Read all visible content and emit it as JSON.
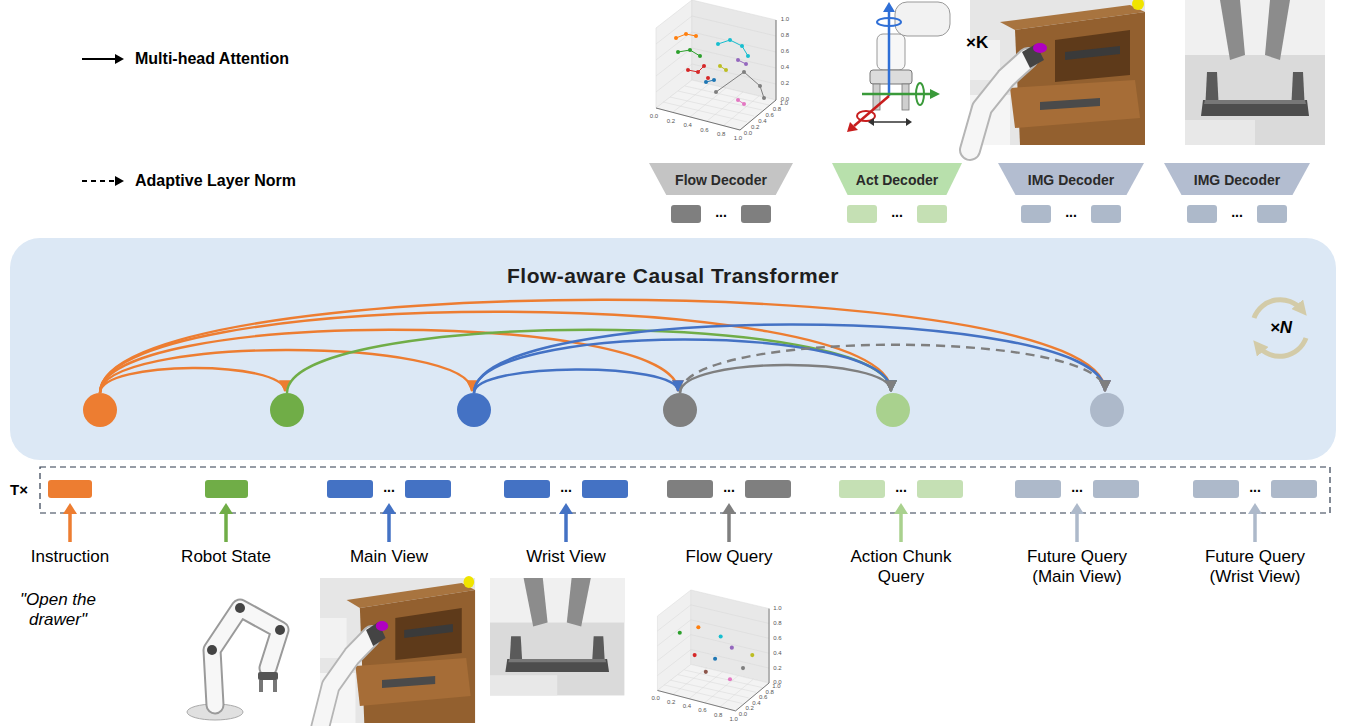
{
  "diagram": {
    "nodes": [
      {
        "text": [
          "Flow Decoder"
        ]
      },
      {
        "text": [
          "Act Decoder"
        ]
      },
      {
        "text": [
          "IMG Decoder"
        ]
      },
      {
        "text": [
          "IMG Decoder"
        ]
      },
      {
        "text": [
          "Flow-aware Causal Transformer"
        ]
      }
    ],
    "labels": [
      "×K",
      "×N",
      "T×",
      "\"Open the drawer\"",
      "Instruction",
      "Robot State",
      "Main View",
      "Wrist View",
      "Flow Query",
      "Action Chunk Query",
      "Future Query (Main View)",
      "Future Query (Wrist View)",
      "...",
      "...",
      "...",
      "...",
      "...",
      "...",
      "...",
      "...",
      "...",
      "...",
      "1.0",
      "0.8",
      "0.6",
      "0.4",
      "0.2",
      "0.0",
      "1.0",
      "0.8",
      "0.6",
      "0.4",
      "0.2",
      "0.0",
      "0.0",
      "0.2",
      "0.4",
      "0.6",
      "0.8",
      "1.0",
      "1.0",
      "0.8",
      "0.6",
      "0.4",
      "0.2",
      "0.0",
      "1.0",
      "0.8",
      "0.6",
      "0.4",
      "0.2",
      "0.0",
      "0.0",
      "0.2",
      "0.4",
      "0.6",
      "0.8",
      "1.0"
    ],
    "legend": [
      {
        "text": "Multi-head Attention"
      },
      {
        "text": "Adaptive Layer Norm"
      }
    ]
  }
}
